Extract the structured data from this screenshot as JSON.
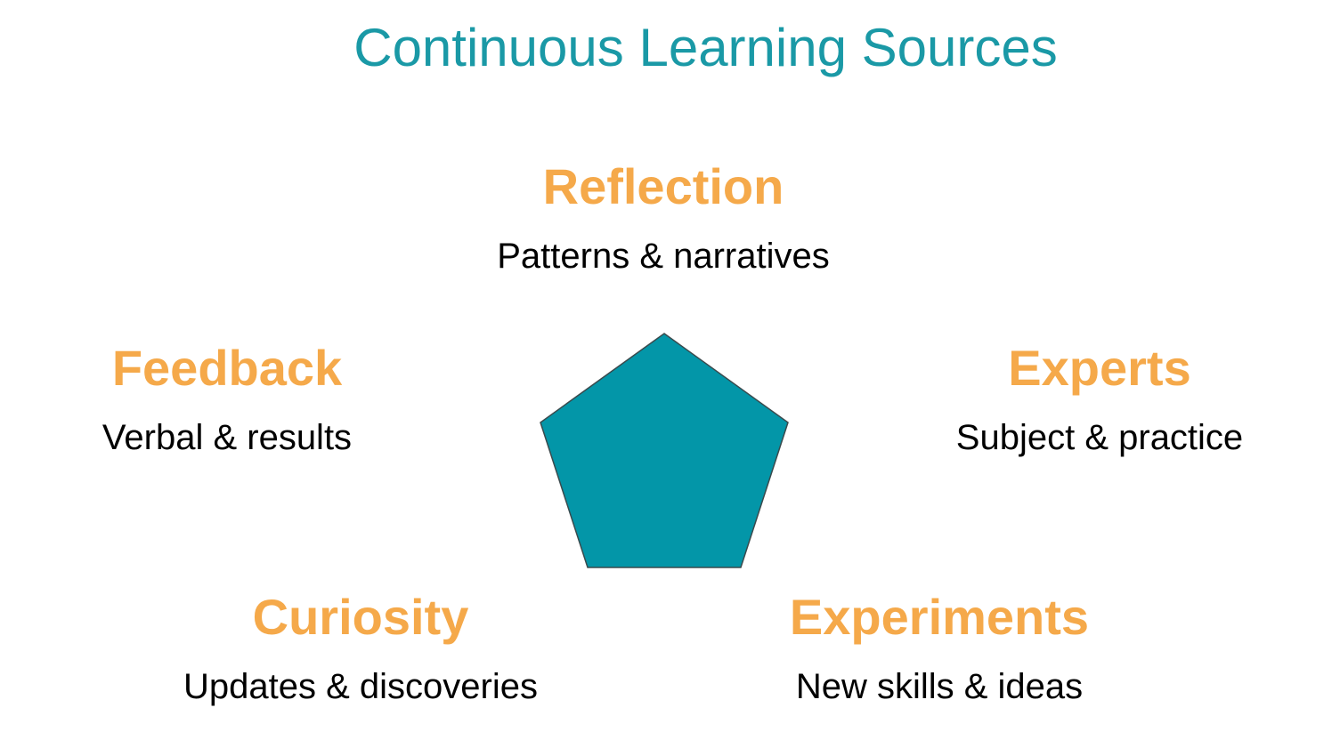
{
  "title": "Continuous Learning Sources",
  "colors": {
    "title": "#1a99a6",
    "label": "#f5a94a",
    "pentagon_fill": "#0396a8",
    "pentagon_stroke": "#3a4a4d",
    "description": "#000000"
  },
  "center_shape": "pentagon",
  "nodes": {
    "reflection": {
      "label": "Reflection",
      "description": "Patterns & narratives"
    },
    "feedback": {
      "label": "Feedback",
      "description": "Verbal & results"
    },
    "experts": {
      "label": "Experts",
      "description": "Subject & practice"
    },
    "curiosity": {
      "label": "Curiosity",
      "description": "Updates & discoveries"
    },
    "experiments": {
      "label": "Experiments",
      "description": "New skills & ideas"
    }
  }
}
